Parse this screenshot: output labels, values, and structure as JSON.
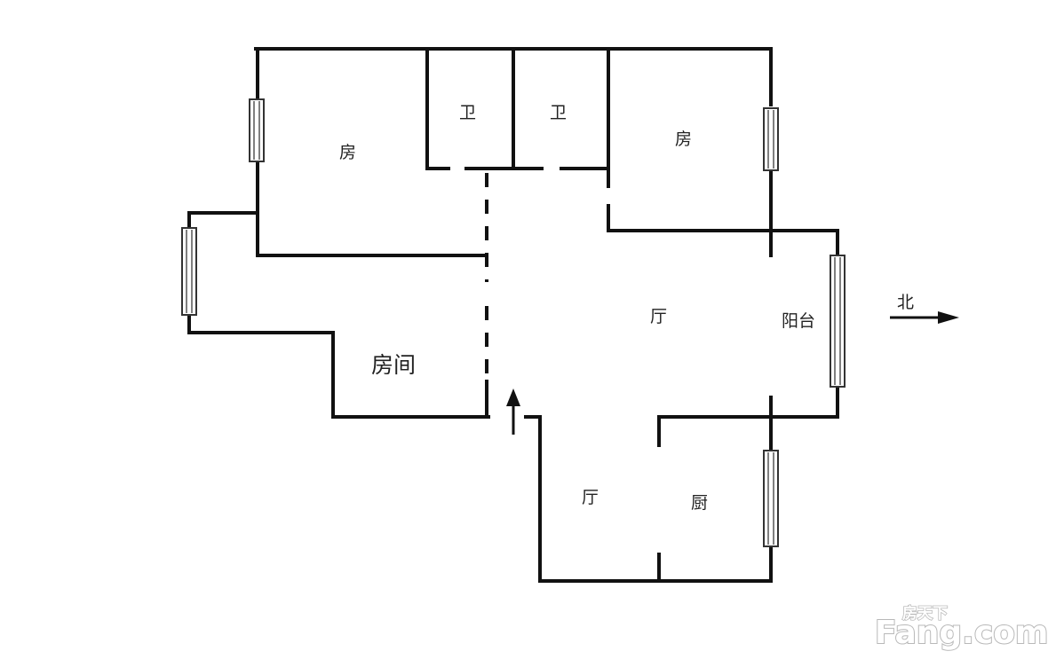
{
  "rooms": {
    "bedroom_top_left": "房",
    "bathroom_left": "卫",
    "bathroom_right": "卫",
    "bedroom_top_right": "房",
    "living_room": "厅",
    "balcony": "阳台",
    "room_large": "房间",
    "dining_hall": "厅",
    "kitchen": "厨"
  },
  "compass": {
    "north_label": "北"
  },
  "watermark": {
    "brand_cn": "房天下",
    "brand_en": "Fang.com"
  },
  "colors": {
    "walls": "#111111",
    "background": "#ffffff"
  }
}
